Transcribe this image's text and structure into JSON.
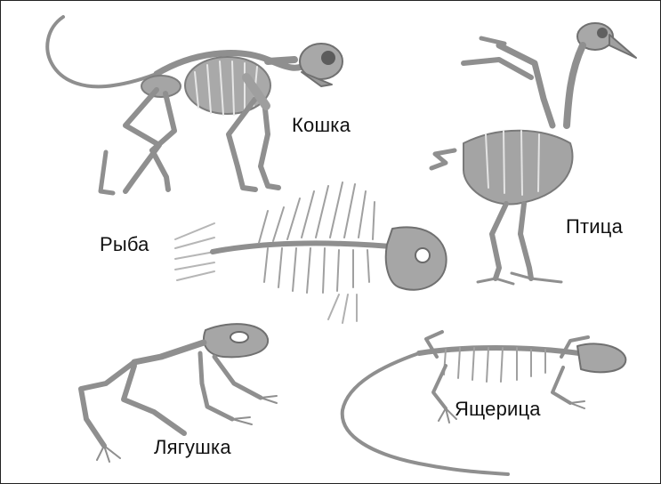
{
  "labels": {
    "cat": "Кошка",
    "bird": "Птица",
    "fish": "Рыба",
    "frog": "Лягушка",
    "lizard": "Ящерица"
  },
  "colors": {
    "bone": "#9a9a9a",
    "bone_dark": "#6f6f6f",
    "bone_light": "#bdbdbd",
    "border": "#222222",
    "text": "#111111"
  }
}
